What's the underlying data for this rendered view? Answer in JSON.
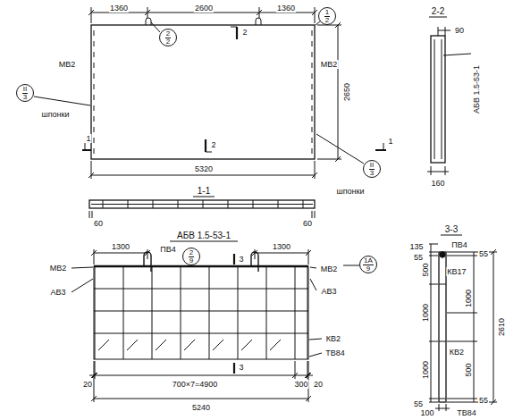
{
  "diagram": {
    "nodes": [
      {
        "text": [
          "2",
          "2"
        ]
      },
      {
        "text": [
          "1",
          "2"
        ]
      },
      {
        "text": [
          "II",
          "3"
        ]
      },
      {
        "text": [
          "II",
          "3"
        ]
      },
      {
        "text": [
          "2",
          "9"
        ]
      },
      {
        "text": [
          "1А",
          "9"
        ]
      }
    ],
    "labels": [
      "1360",
      "2600",
      "1360",
      "МВ2",
      "МВ2",
      "2",
      "2650",
      "шпонки",
      "1",
      "1",
      "2",
      "5320",
      "шпонки",
      "2-2",
      "90",
      "АБВ 1.5-53-1",
      "160",
      "1-1",
      "60",
      "60",
      "АБВ 1.5-53-1",
      "1300",
      "ПВ4",
      "1300",
      "3",
      "МВ2",
      "АВ3",
      "МВ2",
      "АВ3",
      "КВ2",
      "ТВ84",
      "3",
      "700×7=4900",
      "300",
      "20",
      "20",
      "5240",
      "3-3",
      "135",
      "ПВ4",
      "55",
      "55",
      "500",
      "КВ17",
      "1000",
      "2610",
      "1000",
      "КВ2",
      "1000",
      "500",
      "55",
      "55",
      "100",
      "ТВ84"
    ]
  }
}
